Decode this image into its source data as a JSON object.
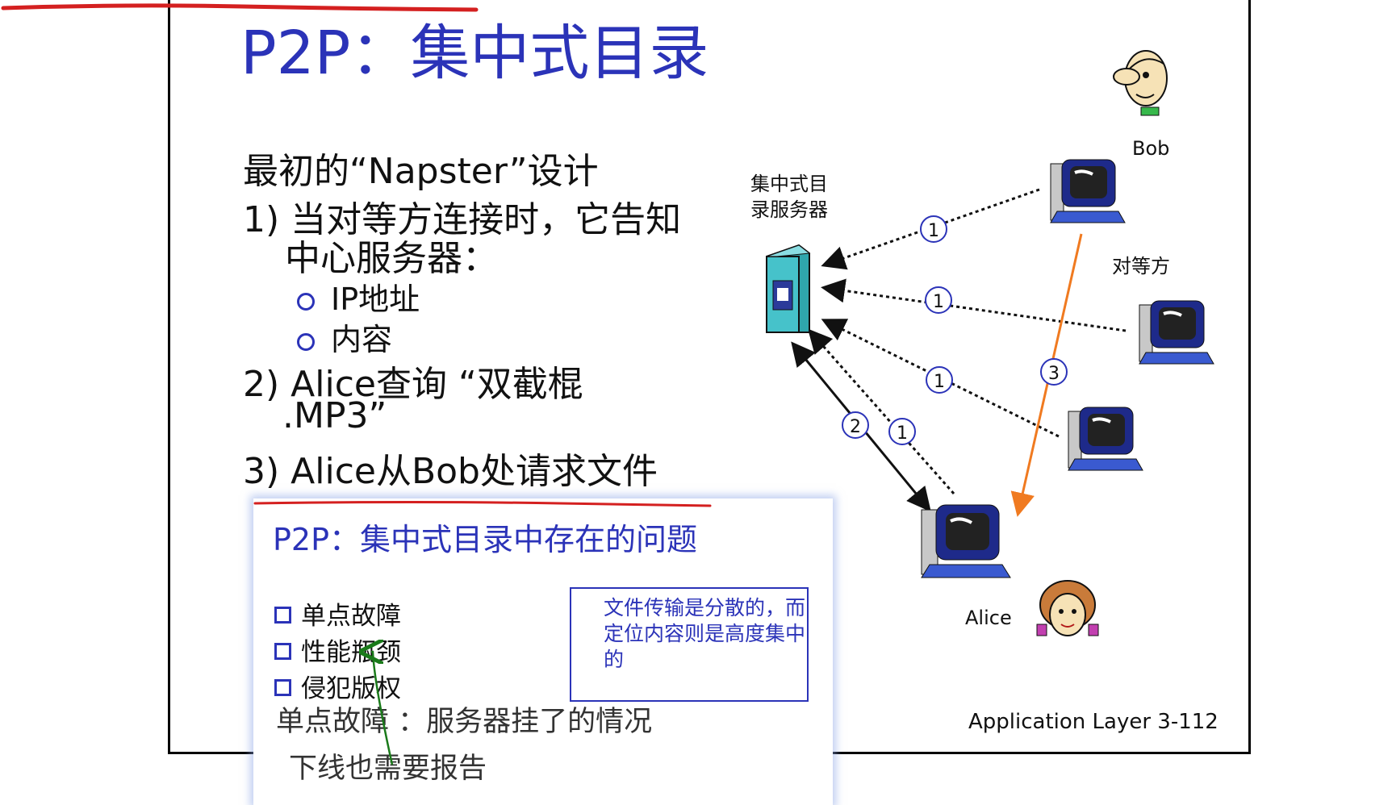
{
  "slide": {
    "title": "P2P：集中式目录",
    "intro": "最初的“Napster”设计",
    "step1_line1": "1) 当对等方连接时，它告知",
    "step1_line2": "中心服务器：",
    "bullet1": "IP地址",
    "bullet2": "内容",
    "step2_line1": "2) Alice查询 “双截棍",
    "step2_line2": ".MP3”",
    "step3": "3) Alice从Bob处请求文件",
    "footer": "Application Layer  3-112"
  },
  "diagram": {
    "server_label_line1": "集中式目",
    "server_label_line2": "录服务器",
    "peers_label": "对等方",
    "bob_label": "Bob",
    "alice_label": "Alice",
    "step_markers": [
      "1",
      "1",
      "1",
      "1",
      "2",
      "3"
    ],
    "colors": {
      "arrow_black": "#111111",
      "arrow_orange": "#f07a20",
      "marker_blue": "#2b33b8",
      "server_teal": "#3fb8c0"
    }
  },
  "popup": {
    "title": "P2P：集中式目录中存在的问题",
    "items": [
      "单点故障",
      "性能瓶颈",
      "侵犯版权"
    ],
    "note": "文件传输是分散的，而定位内容则是高度集中的",
    "handwritten_line1": "单点故障 ：服务器挂了的情况",
    "handwritten_line2": "下线也需要报告"
  },
  "colors": {
    "title_blue": "#2b33b8",
    "underline_red": "#d42020",
    "annotation_green": "#1a7a1a"
  }
}
